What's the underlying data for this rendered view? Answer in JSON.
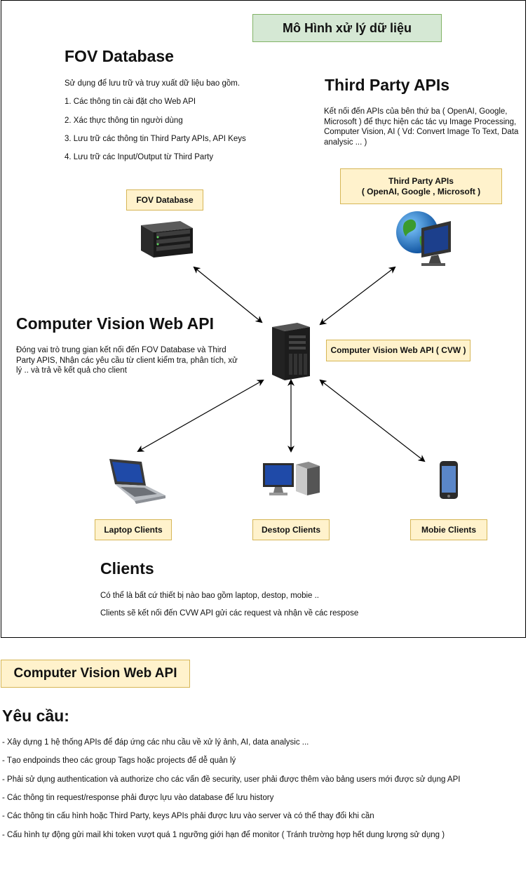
{
  "diagram": {
    "title": "Mô Hình xử lý dữ liệu",
    "fov": {
      "heading": "FOV Database",
      "intro": "Sử dụng để lưu trữ và truy xuất dữ liệu bao gồm.",
      "items": [
        "1. Các thông tin cài đặt cho Web API",
        "2. Xác thực thông tin người dùng",
        "3. Lưu trữ các thông tin Third Party APIs, API Keys",
        "4. Lưu trữ các Input/Output từ Third Party"
      ],
      "label": "FOV Database",
      "icon": "server-rack-icon"
    },
    "third_party": {
      "heading": "Third Party APIs",
      "description": "Kết nối đến APIs của bên thứ ba ( OpenAI, Google, Microsoft ) để thực hiện các tác vụ Image Processing, Computer Vision, AI ( Vd: Convert Image To Text, Data analysic ... )",
      "label_line1": "Third Party APIs",
      "label_line2": "( OpenAI, Google , Microsoft )",
      "icon": "globe-monitor-icon"
    },
    "cvw": {
      "heading": "Computer Vision Web API",
      "description": "Đóng vai trò trung gian kết nối đến FOV Database và Third Party APIS, Nhận các yêu cầu từ client kiểm tra, phân tích, xử lý .. và trả về kết quả cho client",
      "label": "Computer Vision Web API ( CVW )",
      "icon": "tower-server-icon"
    },
    "clients": {
      "laptop_label": "Laptop Clients",
      "desktop_label": "Destop Clients",
      "mobile_label": "Mobie Clients",
      "heading": "Clients",
      "line1": "Có thể là bất cứ thiết bị nào bao gồm laptop, destop, mobie ..",
      "line2": "Clients sẽ kết nối đến CVW API gửi các request và nhận về các respose"
    }
  },
  "requirements": {
    "box_title": "Computer Vision Web API",
    "heading": "Yêu cầu:",
    "items": [
      "- Xây dựng 1 hệ thống APIs để đáp ứng các nhu cầu về xử lý ảnh, AI, data analysic ...",
      "- Tạo endpoinds theo các group Tags hoặc projects để dễ quản lý",
      "- Phải sử dụng authentication và authorize cho các vấn đề security, user phải được thêm vào bảng users mới được sử dụng API",
      "- Các thông tin request/response phải được lựu vào database để lưu history",
      "- Các thông tin cấu hình hoặc Third Party, keys APIs phải được lưu vào server và có thể thay đổi khi cần",
      "- Cấu hình tự động gửi mail khi token vượt quá 1 ngưỡng giới hạn để monitor ( Tránh trường hợp hết dung lượng sử dụng )"
    ]
  },
  "colors": {
    "title_fill": "#d5e8d4",
    "title_border": "#82b366",
    "label_fill": "#fff2cc",
    "label_border": "#d6b656"
  }
}
